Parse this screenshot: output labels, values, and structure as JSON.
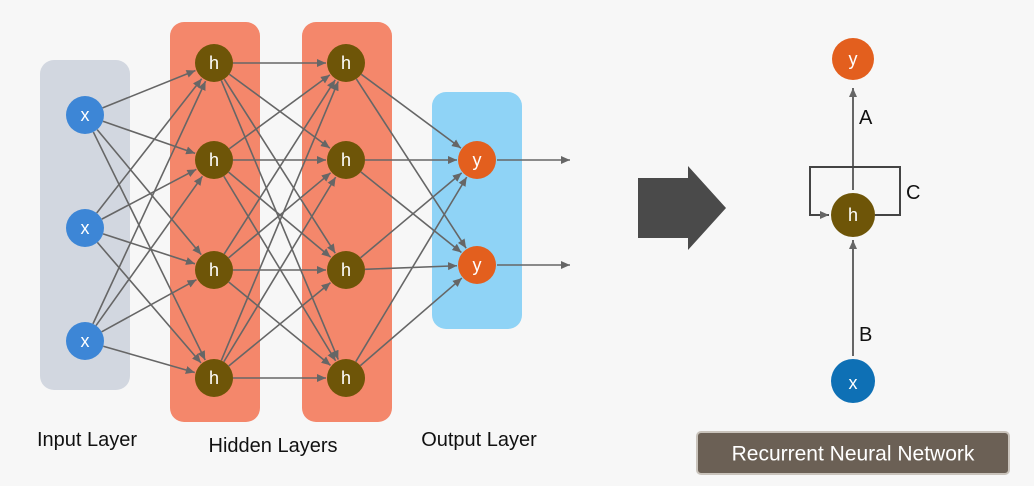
{
  "labels": {
    "input_layer": "Input Layer",
    "hidden_layers": "Hidden Layers",
    "output_layer": "Output Layer",
    "rnn_caption": "Recurrent Neural Network"
  },
  "node_text": {
    "input": "x",
    "hidden": "h",
    "output": "y"
  },
  "rnn": {
    "top_node": "y",
    "middle_node": "h",
    "bottom_node": "x",
    "edge_a": "A",
    "edge_b": "B",
    "edge_c": "C"
  },
  "colors": {
    "input_node": "#3d86d6",
    "hidden_node": "#6e5508",
    "output_node": "#e35f1e",
    "input_panel": "#d2d7e0",
    "hidden_panel": "#f4876b",
    "output_panel": "#8fd3f6",
    "rnn_x_node": "#0e70b5",
    "edge": "#666666",
    "arrow": "#4a4a4a",
    "caption_box": "#6b6055"
  }
}
